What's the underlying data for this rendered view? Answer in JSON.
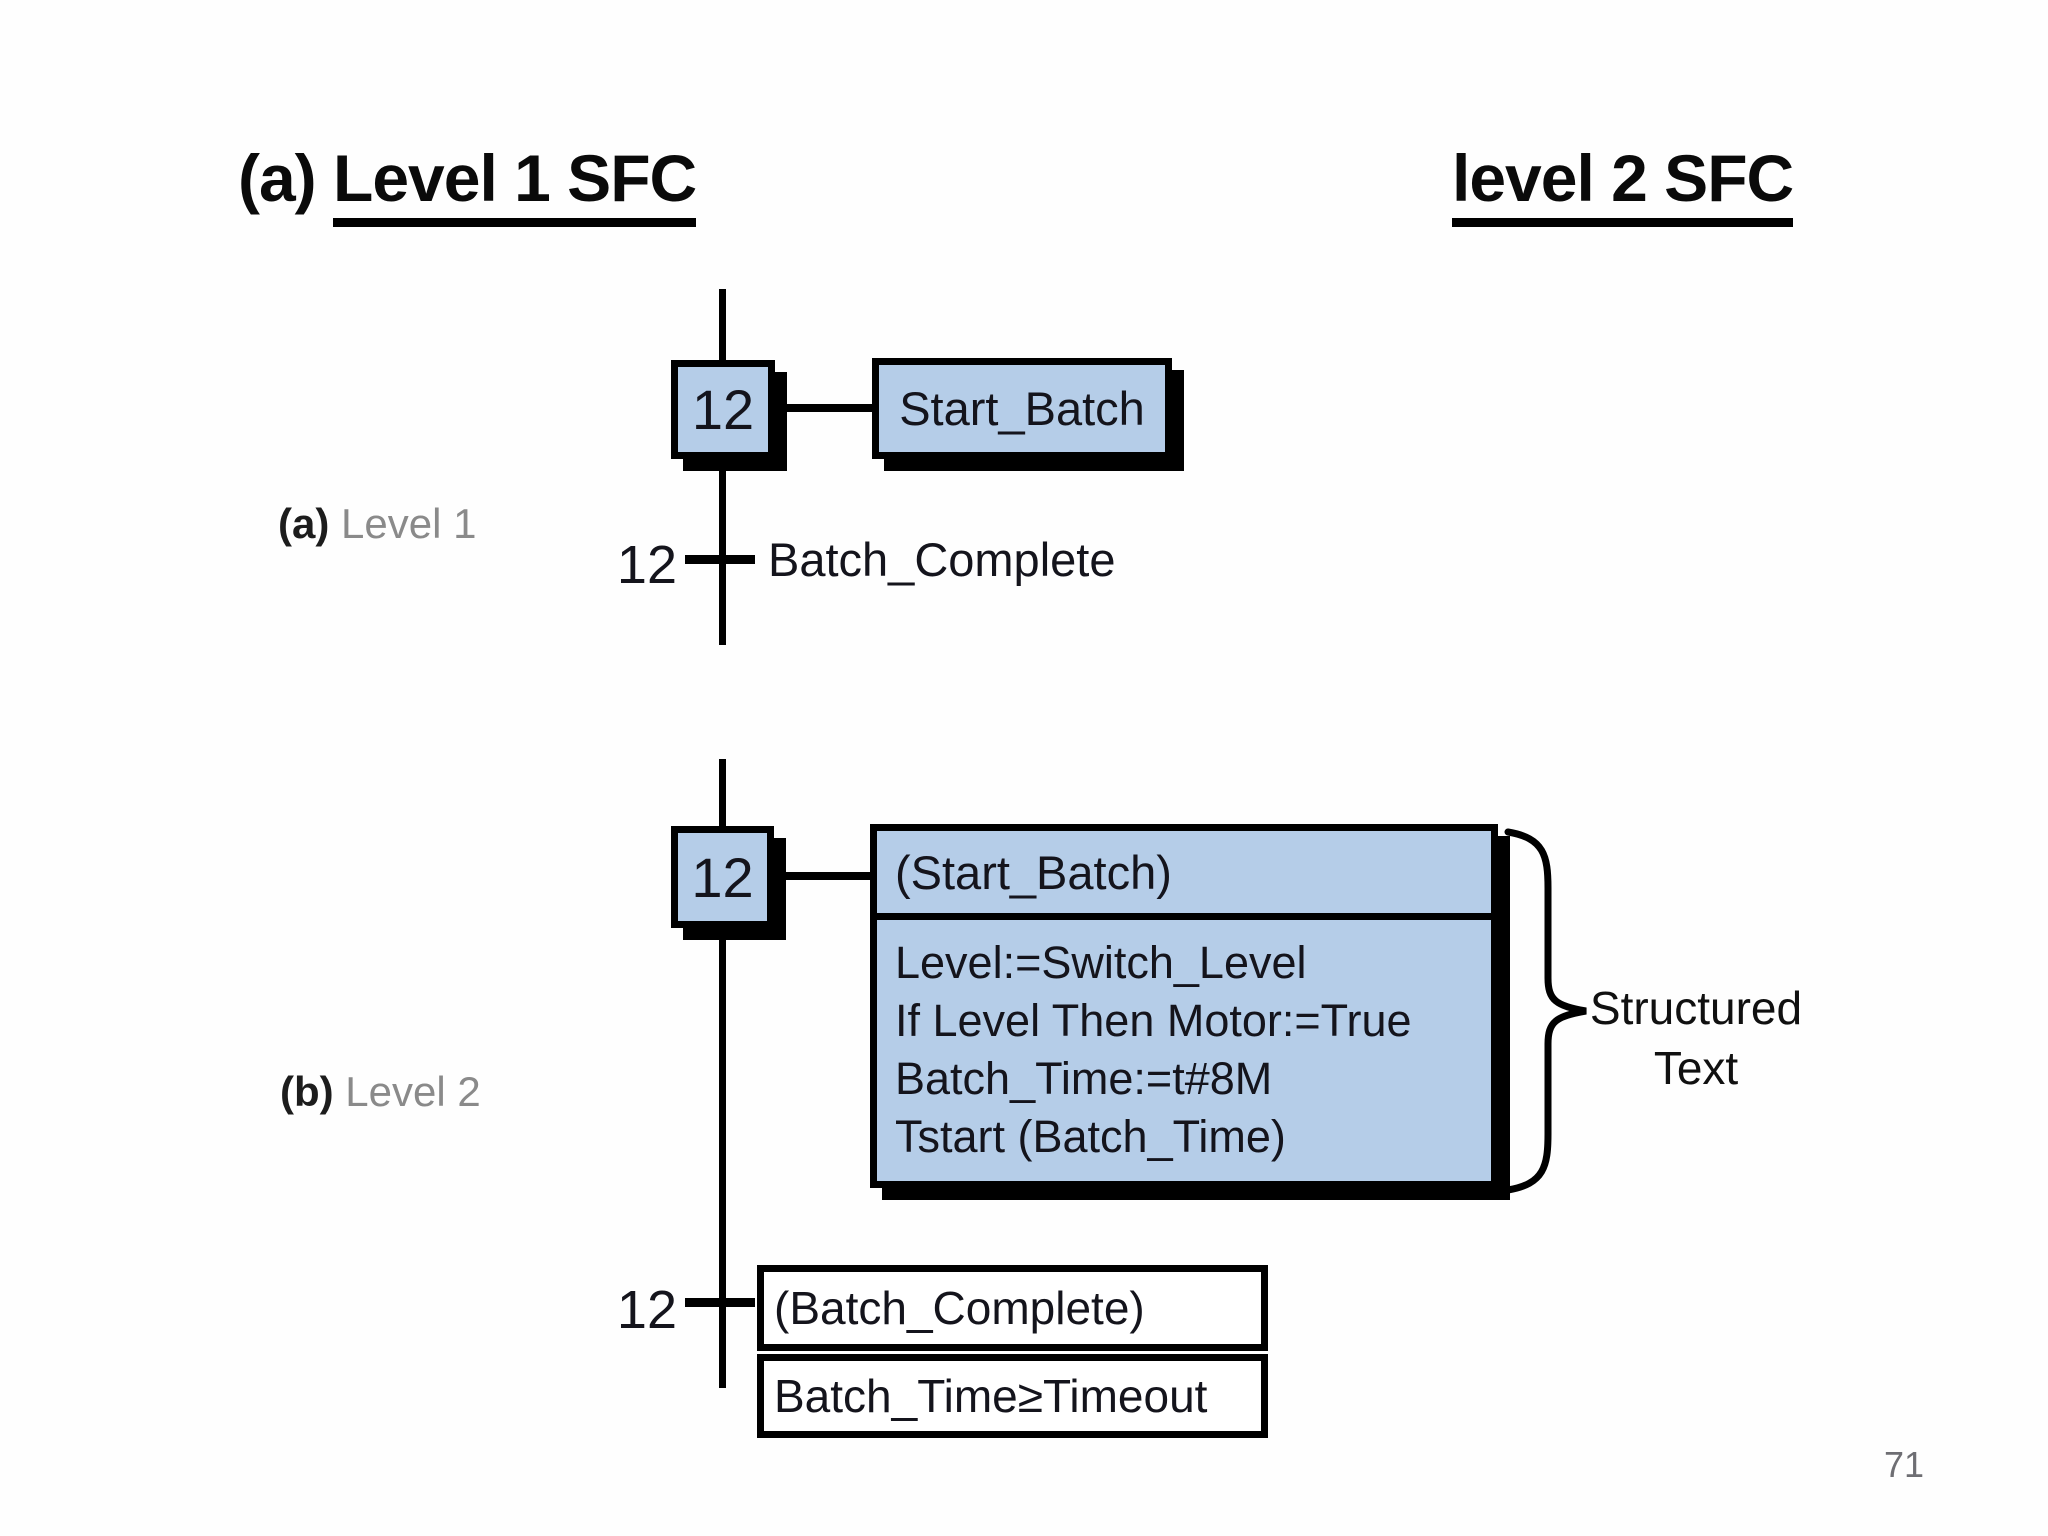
{
  "titles": {
    "left_prefix": "(a)",
    "left_main": "Level 1 SFC",
    "right": "level 2 SFC"
  },
  "colors": {
    "box_fill": "#b5cde8",
    "line_black": "#000000",
    "label_gray": "#8a8a8a",
    "page_gray": "#6e6e73"
  },
  "level1": {
    "caption_prefix": "(a)",
    "caption_text": " Level 1",
    "step_number": "12",
    "action_label": "Start_Batch",
    "transition_number": "12",
    "transition_condition": "Batch_Complete"
  },
  "level2": {
    "caption_prefix": "(b)",
    "caption_text": " Level 2",
    "step_number": "12",
    "action_header": "(Start_Batch)",
    "structured_text_lines": [
      "Level:=Switch_Level",
      "If Level Then Motor:=True",
      "Batch_Time:=t#8M",
      "Tstart (Batch_Time)"
    ],
    "annotation_line1": "Structured",
    "annotation_line2": "Text",
    "transition_number": "12",
    "transition_name": "(Batch_Complete)",
    "transition_condition": "Batch_Time≥Timeout"
  },
  "page": {
    "number": "71"
  }
}
